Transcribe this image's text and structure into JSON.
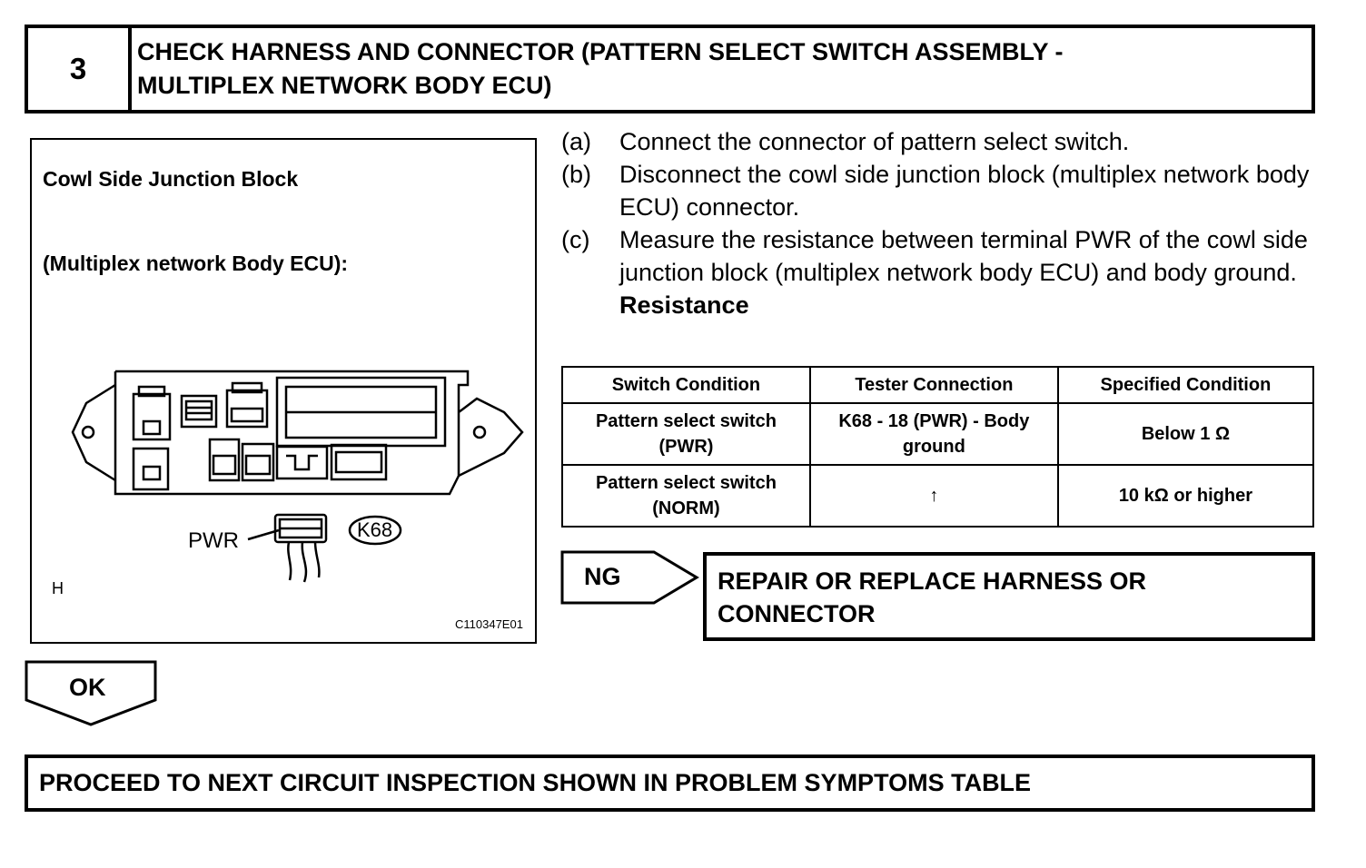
{
  "header": {
    "step_number": "3",
    "title_line1": "CHECK HARNESS AND CONNECTOR (PATTERN SELECT SWITCH ASSEMBLY -",
    "title_line2": "MULTIPLEX NETWORK BODY ECU)"
  },
  "figure": {
    "label_line1": "Cowl Side Junction Block",
    "label_line2": "(Multiplex network Body ECU):",
    "pwr_label": "PWR",
    "connector_id": "K68",
    "corner_letter": "H",
    "figure_code": "C110347E01"
  },
  "steps": [
    {
      "label": "(a)",
      "text": "Connect the connector of pattern select switch."
    },
    {
      "label": "(b)",
      "text": "Disconnect the cowl side junction block (multiplex network body ECU) connector."
    },
    {
      "label": "(c)",
      "text": "Measure the resistance between terminal PWR of the cowl side junction block (multiplex network body ECU) and body ground."
    }
  ],
  "resistance_heading": "Resistance",
  "table": {
    "headers": [
      "Switch Condition",
      "Tester Connection",
      "Specified Condition"
    ],
    "rows": [
      [
        "Pattern select switch (PWR)",
        "K68 - 18 (PWR) - Body ground",
        "Below 1 Ω"
      ],
      [
        "Pattern select switch (NORM)",
        "↑",
        "10 kΩ or higher"
      ]
    ]
  },
  "ng": {
    "label": "NG",
    "action_line1": "REPAIR OR REPLACE HARNESS OR",
    "action_line2": "CONNECTOR"
  },
  "ok": {
    "label": "OK"
  },
  "footer": {
    "text": "PROCEED TO NEXT CIRCUIT INSPECTION SHOWN IN PROBLEM SYMPTOMS TABLE"
  }
}
